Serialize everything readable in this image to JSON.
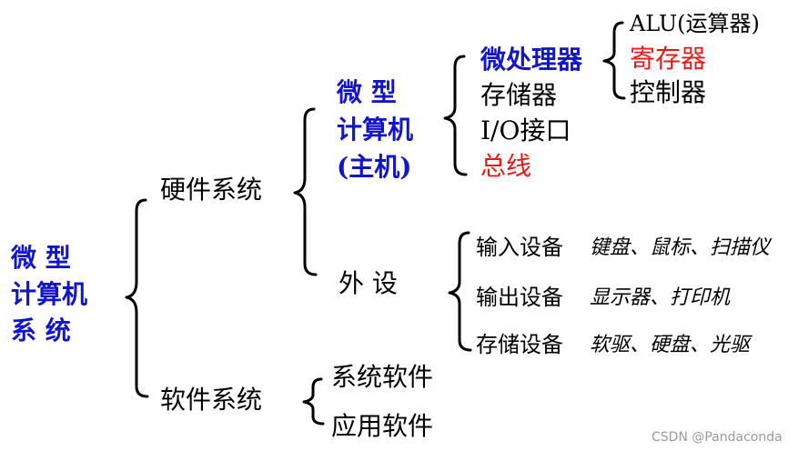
{
  "root": {
    "line1": "微    型",
    "line2": "计算机",
    "line3": "系    统"
  },
  "hardware": "硬件系统",
  "software": "软件系统",
  "micro": {
    "line1": "微    型",
    "line2": "计算机",
    "line3": "(主机)"
  },
  "peripheral": "外  设",
  "host_parts": [
    "微处理器",
    "存储器",
    "I/O接口",
    "总线"
  ],
  "cpu_parts": [
    "ALU(运算器)",
    "寄存器",
    "控制器"
  ],
  "devices": [
    {
      "label": "输入设备",
      "examples": "键盘、鼠标、扫描仪"
    },
    {
      "label": "输出设备",
      "examples": "显示器、打印机"
    },
    {
      "label": "存储设备",
      "examples": "软驱、硬盘、光驱"
    }
  ],
  "software_parts": [
    "系统软件",
    "应用软件"
  ],
  "watermark": "CSDN @Pandaconda",
  "colors": {
    "blue": "#1414c8",
    "red": "#e61919",
    "black": "#000000"
  }
}
